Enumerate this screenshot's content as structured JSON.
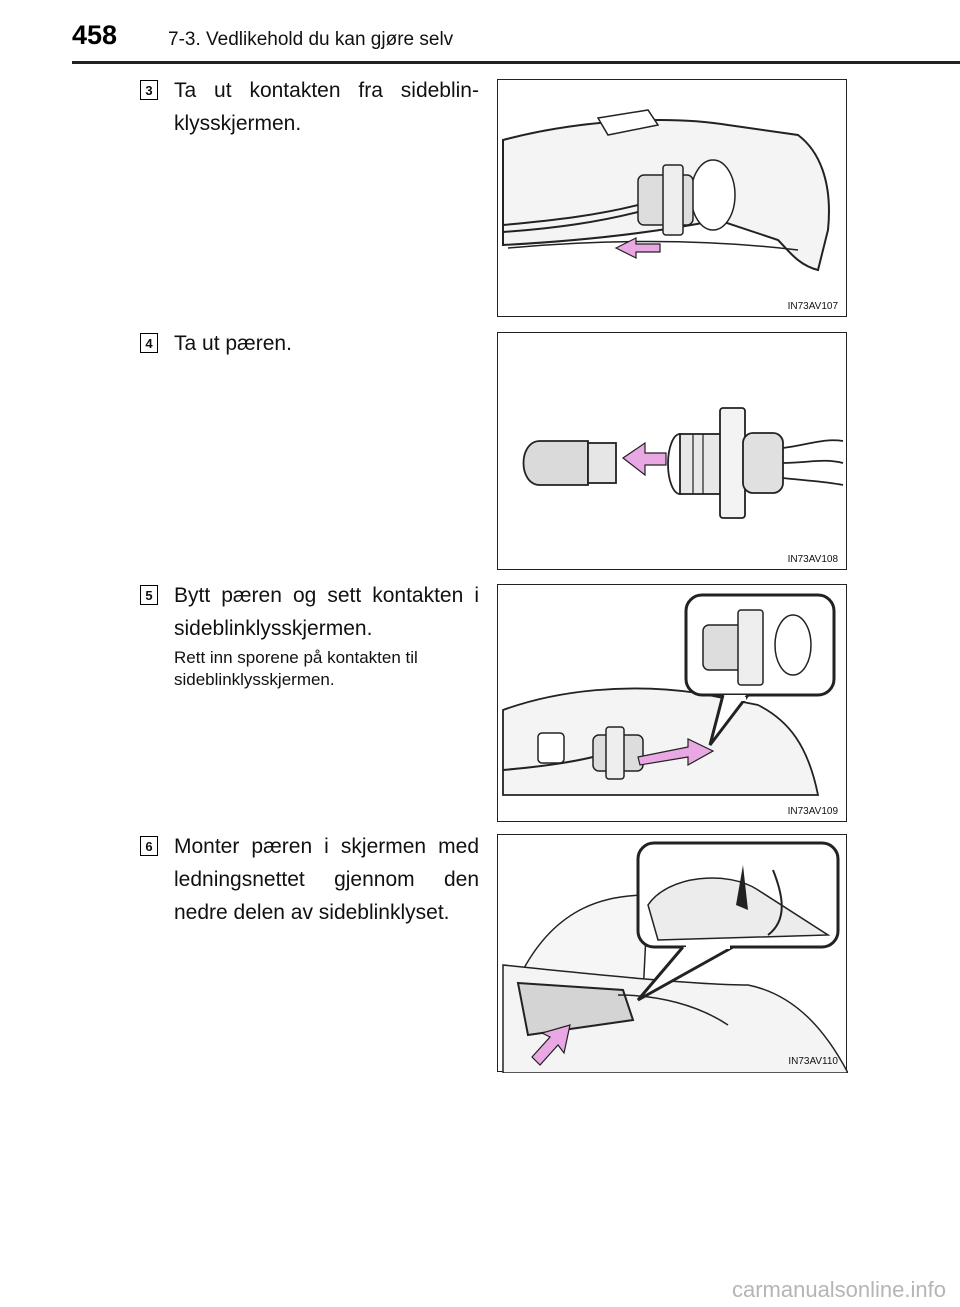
{
  "header": {
    "page_number": "458",
    "section_title": "7-3. Vedlikehold du kan gjøre selv"
  },
  "steps": [
    {
      "number": "3",
      "text": "Ta ut kontakten fra sideblin­klysskjermen.",
      "figure_code": "IN73AV107",
      "figure_icon": "pull-connector-illustration"
    },
    {
      "number": "4",
      "text": "Ta ut pæren.",
      "figure_code": "IN73AV108",
      "figure_icon": "remove-bulb-illustration"
    },
    {
      "number": "5",
      "text": "Bytt pæren og sett kontakten i sideblinklysskjermen.",
      "note": "Rett inn sporene på kontakten til sideblinklysskjermen.",
      "figure_code": "IN73AV109",
      "figure_icon": "insert-connector-illustration"
    },
    {
      "number": "6",
      "text": "Monter pæren i skjermen med ledningsnettet gjennom den nedre delen av sideblin­klyset.",
      "figure_code": "IN73AV110",
      "figure_icon": "install-lamp-illustration"
    }
  ],
  "colors": {
    "arrow": "#e9a8e3",
    "line": "#222222",
    "shade": "#d9d9d9"
  },
  "watermark": "carmanualsonline.info"
}
